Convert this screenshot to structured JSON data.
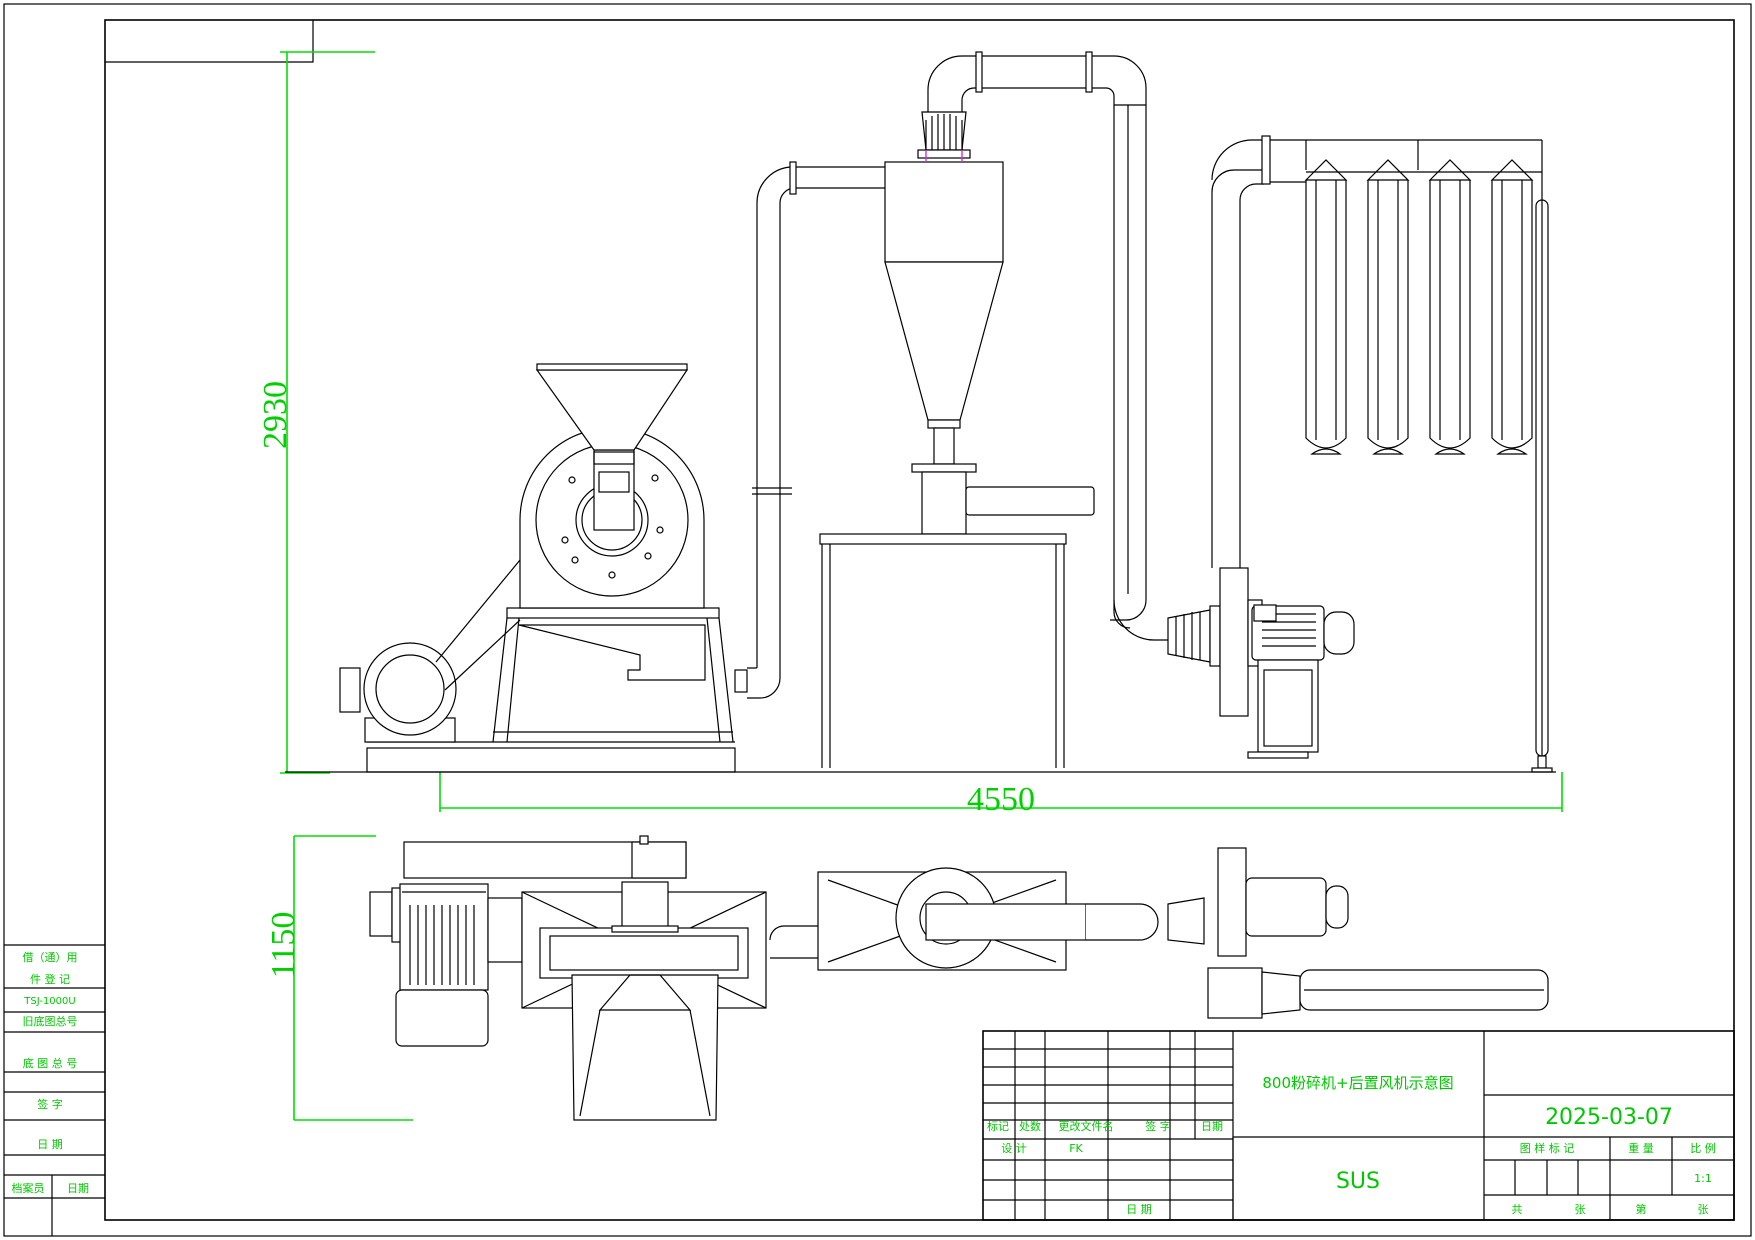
{
  "dimensions": {
    "height_top": "2930",
    "width_top": "4550",
    "height_bottom": "1150"
  },
  "title_block": {
    "drawing_title": "800粉碎机+后置风机示意图",
    "date": "2025-03-07",
    "material": "SUS",
    "scale_value": "1:1",
    "headers": [
      "标记",
      "处数",
      "更改文件名",
      "签 字",
      "日期"
    ],
    "design_label": "设 计",
    "design_value": "FK",
    "date_label": "日 期",
    "drawing_mark_label": "图 样 标 记",
    "weight_label": "重 量",
    "scale_label": "比 例",
    "total_label": "共",
    "sheets_label": "张",
    "sheet_no_label": "第",
    "sheet_label": "张"
  },
  "side_block": {
    "rows": [
      "借（通）用",
      "件 登 记",
      "TSJ-1000U",
      "旧底图总号",
      "底 图 总 号",
      "签 字",
      "日 期"
    ],
    "bottom_left": "档案员",
    "bottom_right": "日期"
  },
  "colors": {
    "line": "#000000",
    "dimension": "#00e000",
    "accent": "#cc33cc"
  }
}
